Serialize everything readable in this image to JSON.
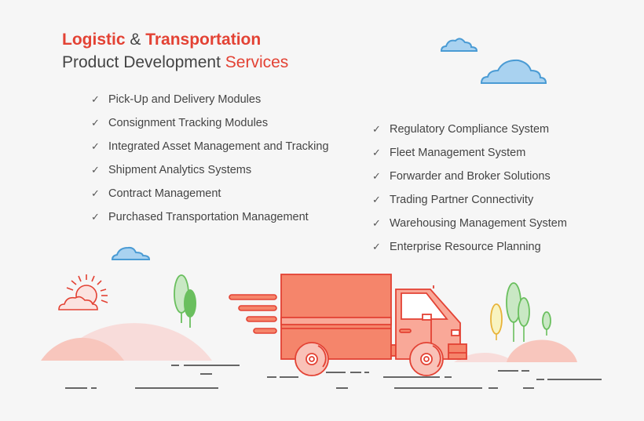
{
  "header": {
    "title_part1": "Logistic",
    "title_amp": " & ",
    "title_part2": "Transportation",
    "subtitle_part1": "Product Development ",
    "subtitle_part2": "Services"
  },
  "icons": {
    "check": "✓"
  },
  "list_left": [
    "Pick-Up and Delivery Modules",
    "Consignment Tracking Modules",
    "Integrated Asset Management and Tracking",
    "Shipment Analytics Systems",
    "Contract Management",
    "Purchased Transportation Management"
  ],
  "list_right": [
    "Regulatory Compliance System",
    "Fleet Management System",
    "Forwarder and Broker Solutions",
    "Trading Partner Connectivity",
    "Warehousing Management System",
    "Enterprise Resource Planning"
  ],
  "colors": {
    "accent": "#e34234",
    "text": "#444444",
    "background": "#f6f6f6",
    "truck": "#f5856b",
    "cloud": "#a9d2f0",
    "tree": "#6abf5e"
  }
}
